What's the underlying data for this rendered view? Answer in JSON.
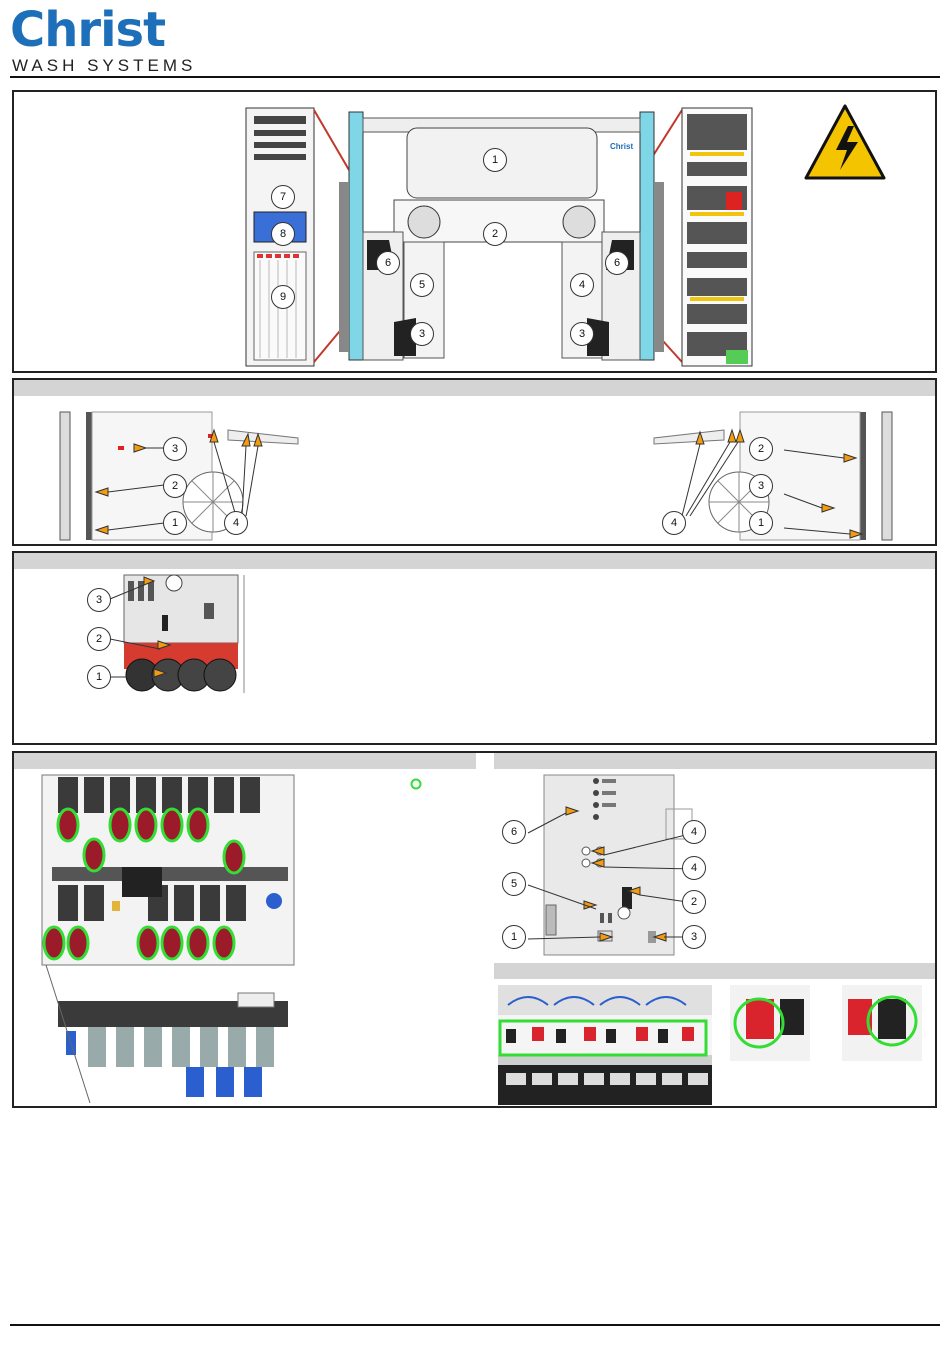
{
  "header": {
    "brand_name": "Christ",
    "brand_tagline": "WASH SYSTEMS",
    "brand_color": "#1c6fb8"
  },
  "overview": {
    "callouts": [
      "1",
      "2",
      "3",
      "3",
      "4",
      "5",
      "6",
      "6",
      "7",
      "8",
      "9"
    ],
    "warning_icon": "high-voltage-warning-icon",
    "machine_brand": "Christ"
  },
  "brush_detail": {
    "left_callouts": [
      "3",
      "2",
      "1",
      "4"
    ],
    "right_callouts": [
      "2",
      "3",
      "4",
      "1"
    ]
  },
  "panel_detail": {
    "callouts": [
      "3",
      "2",
      "1"
    ]
  },
  "valve_detail": {
    "highlight_color": "#33dd33"
  },
  "control_board": {
    "callouts": [
      "6",
      "4",
      "4",
      "5",
      "2",
      "1",
      "3"
    ]
  },
  "breakers": {
    "highlight_color": "#33dd33"
  }
}
